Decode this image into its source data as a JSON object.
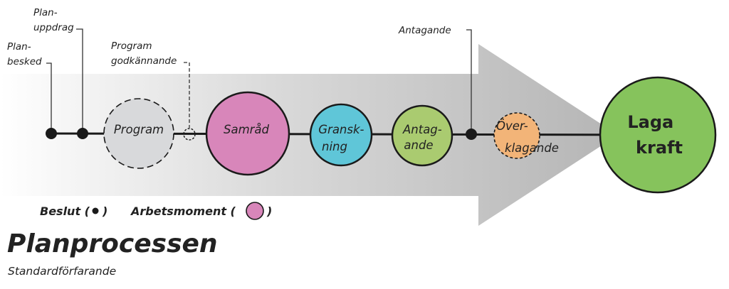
{
  "colors": {
    "arrow": "#c2c2c2",
    "line": "#1a1a1a",
    "program": "#d8d9db",
    "samrad": "#d886ba",
    "granskning": "#5fc6d8",
    "antagande": "#aacb70",
    "overklagande": "#f2b478",
    "laga_kraft": "#86c35c",
    "legend_circle": "#d886ba"
  },
  "callouts": {
    "planbesked": [
      "Plan-",
      "besked"
    ],
    "planuppdrag": [
      "Plan-",
      "uppdrag"
    ],
    "program_godkannande": [
      "Program",
      "godkännande"
    ],
    "antagande": [
      "Antagande"
    ]
  },
  "nodes": {
    "program": [
      "Program"
    ],
    "samrad": [
      "Samråd"
    ],
    "granskning": [
      "Gransk-",
      "ning"
    ],
    "antagande": [
      "Antag-",
      "ande"
    ],
    "overklagande": [
      "Över-",
      "klagande"
    ],
    "laga_kraft": [
      "Laga",
      "kraft"
    ]
  },
  "legend": {
    "beslut_label": "Beslut (",
    "beslut_close": ")",
    "arbetsmoment_label": "Arbetsmoment (",
    "arbetsmoment_close": ")"
  },
  "title": "Planprocessen",
  "subtitle": "Standardförfarande"
}
